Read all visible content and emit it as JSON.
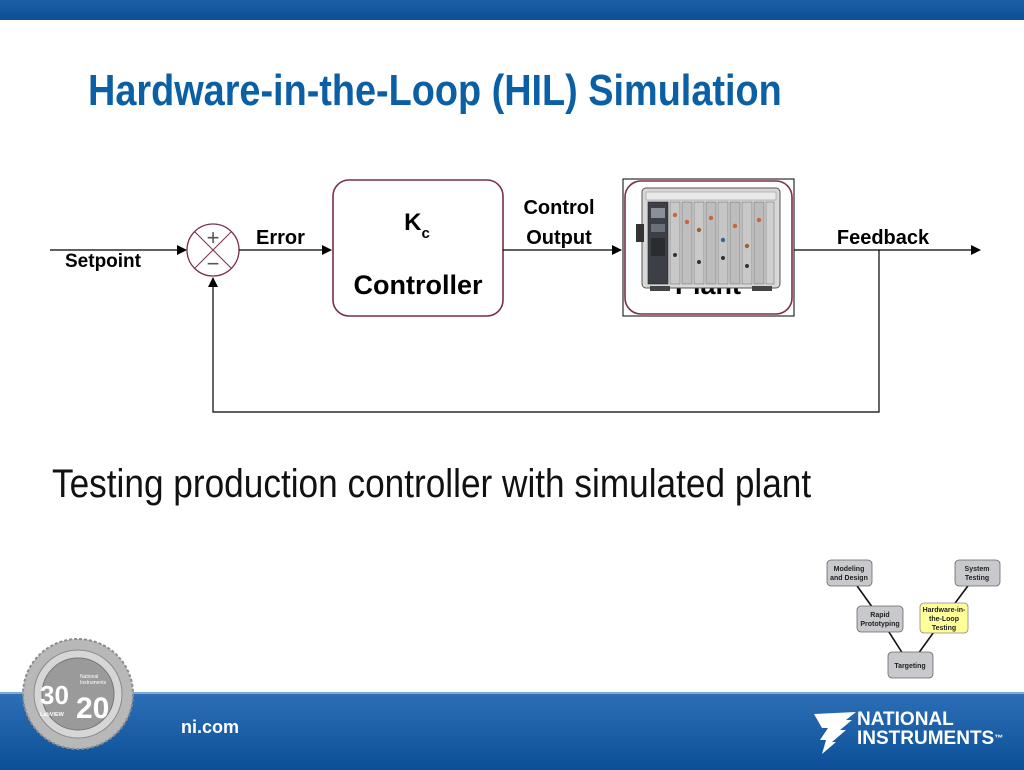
{
  "slide": {
    "title": "Hardware-in-the-Loop (HIL) Simulation",
    "subtitle": "Testing production controller with simulated plant",
    "footer_url": "ni.com"
  },
  "diagram": {
    "setpoint": "Setpoint",
    "error": "Error",
    "controller_symbol": "K",
    "controller_subscript": "c",
    "controller_label": "Controller",
    "control_output_line1": "Control",
    "control_output_line2": "Output",
    "plant_label": "Plant",
    "feedback": "Feedback",
    "sum_plus": "+",
    "sum_minus": "−"
  },
  "v_diagram": {
    "modeling_1": "Modeling",
    "modeling_2": "and Design",
    "system_1": "System",
    "system_2": "Testing",
    "rapid_1": "Rapid",
    "rapid_2": "Prototyping",
    "hil_1": "Hardware-in-",
    "hil_2": "the-Loop",
    "hil_3": "Testing",
    "targeting": "Targeting"
  },
  "badge": {
    "num_left": "30",
    "num_right": "20",
    "ni_small_1": "National",
    "ni_small_2": "Instruments",
    "labview": "LabVIEW"
  },
  "logo": {
    "line1": "NATIONAL",
    "line2": "INSTRUMENTS",
    "tm": "™"
  },
  "colors": {
    "brand_blue": "#0b5fa5",
    "box_border": "#7a2f4a",
    "highlight_yellow": "#ffff99"
  }
}
